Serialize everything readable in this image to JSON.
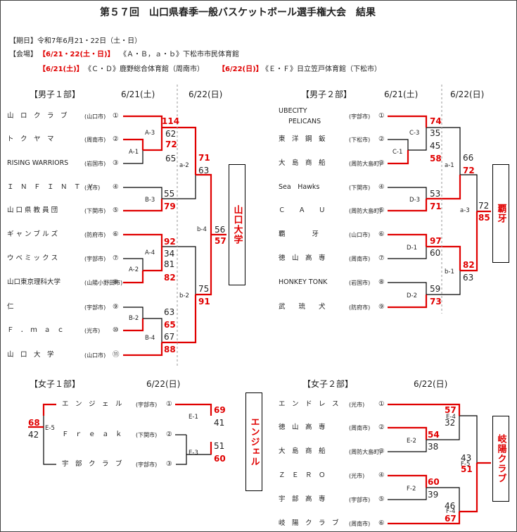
{
  "title": "第５７回　山口県春季一般バスケットボール選手権大会　結果",
  "info": {
    "period": "【期日】令和7年6月21・22日（土・日）",
    "venue_label": "【会場】",
    "venue1_red": "【6/21・22(土・日)】",
    "venue1_rest": "《Ａ・Ｂ，ａ・ｂ》下松市市民体育館",
    "venue2_red": "【6/21(土)】",
    "venue2_rest": "《Ｃ・Ｄ》鹿野総合体育館（周南市）",
    "venue3_red": "【6/22(日)】",
    "venue3_rest": "《Ｅ・Ｆ》日立笠戸体育館（下松市）"
  },
  "colors": {
    "winner": "#e00000",
    "line": "#000000",
    "divider": "#999999"
  },
  "men1": {
    "header": "【男子１部】",
    "date1": "6/21(土)",
    "date2": "6/22(日)",
    "teams": [
      {
        "name": "山　ロ　ク　ラ　ブ",
        "city": "(山口市)",
        "seed": "①"
      },
      {
        "name": "ト　ク　ヤ　マ",
        "city": "(周南市)",
        "seed": "②"
      },
      {
        "name": "RISING WARRIORS",
        "city": "(岩国市)",
        "seed": "③"
      },
      {
        "name": "Ｉ　Ｎ　Ｆ　Ｉ　Ｎ　Ｔ　Ｙ",
        "city": "(光市)",
        "seed": "④"
      },
      {
        "name": "山 口 県 教 員 団",
        "city": "(下関市)",
        "seed": "⑤"
      },
      {
        "name": "ギ ャ ン ブ ル ズ",
        "city": "(防府市)",
        "seed": "⑥"
      },
      {
        "name": "ウ ベ ミ ッ ク ス",
        "city": "(宇部市)",
        "seed": "⑦"
      },
      {
        "name": "山口東京理科大学",
        "city": "(山陽小野田市)",
        "seed": "⑧"
      },
      {
        "name": "仁",
        "city": "(宇部市)",
        "seed": "⑨"
      },
      {
        "name": "Ｆ　．　ｍ　ａ　ｃ",
        "city": "(光市)",
        "seed": "⑩"
      },
      {
        "name": "山　口　大　学",
        "city": "(山口市)",
        "seed": "⑪"
      }
    ],
    "games": [
      "A-1",
      "A-3",
      "B-3",
      "a-2",
      "A-2",
      "A-4",
      "B-2",
      "B-4",
      "b-2",
      "b-4"
    ],
    "scores": [
      {
        "v": "72",
        "w": true
      },
      {
        "v": "65",
        "w": false
      },
      {
        "v": "114",
        "w": true
      },
      {
        "v": "62",
        "w": false
      },
      {
        "v": "55",
        "w": false
      },
      {
        "v": "79",
        "w": true
      },
      {
        "v": "71",
        "w": true
      },
      {
        "v": "63",
        "w": false
      },
      {
        "v": "81",
        "w": false
      },
      {
        "v": "82",
        "w": true
      },
      {
        "v": "92",
        "w": true
      },
      {
        "v": "34",
        "w": false
      },
      {
        "v": "63",
        "w": false
      },
      {
        "v": "65",
        "w": true
      },
      {
        "v": "67",
        "w": false
      },
      {
        "v": "88",
        "w": true
      },
      {
        "v": "75",
        "w": false
      },
      {
        "v": "91",
        "w": true
      },
      {
        "v": "56",
        "w": false
      },
      {
        "v": "57",
        "w": true
      }
    ],
    "champion": "山口大学"
  },
  "men2": {
    "header": "【男子２部】",
    "date1": "6/21(土)",
    "date2": "6/22(日)",
    "teams": [
      {
        "name": "UBECITY",
        "name2": "PELICANS",
        "city": "(宇部市)",
        "seed": "①"
      },
      {
        "name": "東　洋　鋼　鈑",
        "city": "(下松市)",
        "seed": "②"
      },
      {
        "name": "大　島　商　船",
        "city": "(周防大島町)",
        "seed": "③"
      },
      {
        "name": "Sea　Hawks",
        "city": "(下関市)",
        "seed": "④"
      },
      {
        "name": "Ｃ　　Ａ　　Ｕ",
        "city": "(周防大島町)",
        "seed": "⑤"
      },
      {
        "name": "覇　　　　牙",
        "city": "(山口市)",
        "seed": "⑥"
      },
      {
        "name": "徳　山　高　専",
        "city": "(周南市)",
        "seed": "⑦"
      },
      {
        "name": "HONKEY TONK",
        "city": "(岩国市)",
        "seed": "⑧"
      },
      {
        "name": "武　　琉　　犬",
        "city": "(防府市)",
        "seed": "⑨"
      }
    ],
    "games": [
      "C-1",
      "C-3",
      "D-3",
      "a-1",
      "D-1",
      "D-2",
      "b-1",
      "a-3"
    ],
    "scores": [
      {
        "v": "45",
        "w": false
      },
      {
        "v": "58",
        "w": true
      },
      {
        "v": "74",
        "w": true
      },
      {
        "v": "35",
        "w": false
      },
      {
        "v": "53",
        "w": false
      },
      {
        "v": "71",
        "w": true
      },
      {
        "v": "66",
        "w": false
      },
      {
        "v": "72",
        "w": true
      },
      {
        "v": "97",
        "w": true
      },
      {
        "v": "60",
        "w": false
      },
      {
        "v": "59",
        "w": false
      },
      {
        "v": "73",
        "w": true
      },
      {
        "v": "82",
        "w": true
      },
      {
        "v": "63",
        "w": false
      },
      {
        "v": "72",
        "w": false
      },
      {
        "v": "85",
        "w": true
      }
    ],
    "champion": "覇牙"
  },
  "women1": {
    "header": "【女子１部】",
    "date": "6/22(日)",
    "teams": [
      {
        "name": "エ　ン　ジ　ェ　ル",
        "city": "(宇部市)",
        "seed": "①"
      },
      {
        "name": "Ｆ　ｒ　ｅ　ａ　ｋ",
        "city": "(下関市)",
        "seed": "②"
      },
      {
        "name": "宇　部　ク　ラ　ブ",
        "city": "(宇部市)",
        "seed": "③"
      }
    ],
    "games": [
      "E-1",
      "E-3",
      "E-5"
    ],
    "scores": [
      {
        "v": "69",
        "w": true
      },
      {
        "v": "41",
        "w": false
      },
      {
        "v": "51",
        "w": false
      },
      {
        "v": "60",
        "w": true
      },
      {
        "v": "68",
        "w": true
      },
      {
        "v": "42",
        "w": false
      }
    ],
    "champion": "エンジェル"
  },
  "women2": {
    "header": "【女子２部】",
    "date": "6/22(日)",
    "teams": [
      {
        "name": "エ　ン　ド　レ　ス",
        "city": "(光市)",
        "seed": "①"
      },
      {
        "name": "徳　山　高　専",
        "city": "(周南市)",
        "seed": "②"
      },
      {
        "name": "大　島　商　船",
        "city": "(周防大島町)",
        "seed": "③"
      },
      {
        "name": "Ｚ　Ｅ　Ｒ　Ｏ",
        "city": "(光市)",
        "seed": "④"
      },
      {
        "name": "宇　部　高　専",
        "city": "(宇部市)",
        "seed": "⑤"
      },
      {
        "name": "岐　陽　ク　ラ　ブ",
        "city": "(周南市)",
        "seed": "⑥"
      }
    ],
    "games": [
      "E-2",
      "E-4",
      "F-2",
      "F-4",
      "F-5"
    ],
    "scores": [
      {
        "v": "54",
        "w": true
      },
      {
        "v": "38",
        "w": false
      },
      {
        "v": "57",
        "w": true
      },
      {
        "v": "32",
        "w": false
      },
      {
        "v": "60",
        "w": true
      },
      {
        "v": "39",
        "w": false
      },
      {
        "v": "46",
        "w": false
      },
      {
        "v": "67",
        "w": true
      },
      {
        "v": "43",
        "w": false
      },
      {
        "v": "51",
        "w": true
      }
    ],
    "champion": "岐陽クラブ"
  }
}
